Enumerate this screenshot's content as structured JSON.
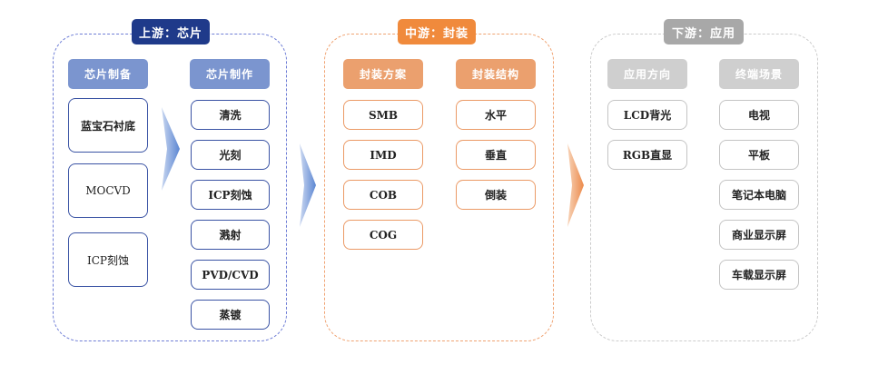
{
  "colors": {
    "upstream_title": "#1f3a8a",
    "upstream_sub": "#7b95cf",
    "upstream_border": "#6f7ed6",
    "midstream_title": "#f08a3c",
    "midstream_sub": "#eba06e",
    "midstream_border": "#f0a372",
    "downstream_title": "#a8a8a8",
    "downstream_sub": "#cfcfcf",
    "downstream_border": "#cccccc"
  },
  "upstream": {
    "title": "上游：芯片",
    "col1": {
      "header": "芯片制备",
      "items": [
        "蓝宝石衬底",
        "MOCVD",
        "ICP刻蚀"
      ]
    },
    "col2": {
      "header": "芯片制作",
      "items": [
        "清洗",
        "光刻",
        "ICP刻蚀",
        "溅射",
        "PVD/CVD",
        "蒸镀"
      ]
    }
  },
  "midstream": {
    "title": "中游：封装",
    "col1": {
      "header": "封装方案",
      "items": [
        "SMB",
        "IMD",
        "COB",
        "COG"
      ]
    },
    "col2": {
      "header": "封装结构",
      "items": [
        "水平",
        "垂直",
        "倒装"
      ]
    }
  },
  "downstream": {
    "title": "下游：应用",
    "col1": {
      "header": "应用方向",
      "items": [
        "LCD背光",
        "RGB直显"
      ]
    },
    "col2": {
      "header": "终端场景",
      "items": [
        "电视",
        "平板",
        "笔记本电脑",
        "商业显示屏",
        "车载显示屏"
      ]
    }
  }
}
